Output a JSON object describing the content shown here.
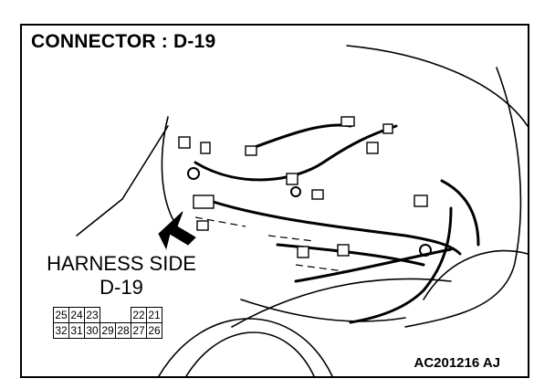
{
  "title": "CONNECTOR : D-19",
  "harness_side": {
    "line1": "HARNESS SIDE",
    "line2": "D-19"
  },
  "connector_pins": {
    "top_row": [
      "25",
      "24",
      "23",
      "",
      "",
      "22",
      "21"
    ],
    "bottom_row": [
      "32",
      "31",
      "30",
      "29",
      "28",
      "27",
      "26"
    ]
  },
  "figure_code": "AC201216 AJ"
}
